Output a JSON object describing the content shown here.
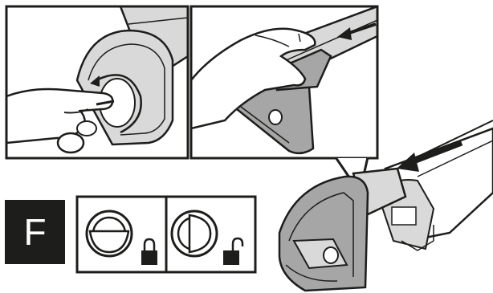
{
  "step": {
    "letter": "F"
  },
  "panels": {
    "top_left": {
      "icon": "hand-turning-key-icon"
    },
    "top_right": {
      "icon": "hand-sliding-cover-icon"
    },
    "main": {
      "icon": "end-cap-slide-off-icon"
    }
  },
  "legend": {
    "locked": {
      "icon": "lock-closed-icon",
      "state": "locked"
    },
    "unlocked": {
      "icon": "lock-open-icon",
      "state": "unlocked"
    }
  },
  "colors": {
    "line": "#1d1d1b",
    "gray_light": "#d9d9d9",
    "gray_mid": "#a6a6a6",
    "gray_dark": "#6e6e6e",
    "background": "#ffffff"
  }
}
